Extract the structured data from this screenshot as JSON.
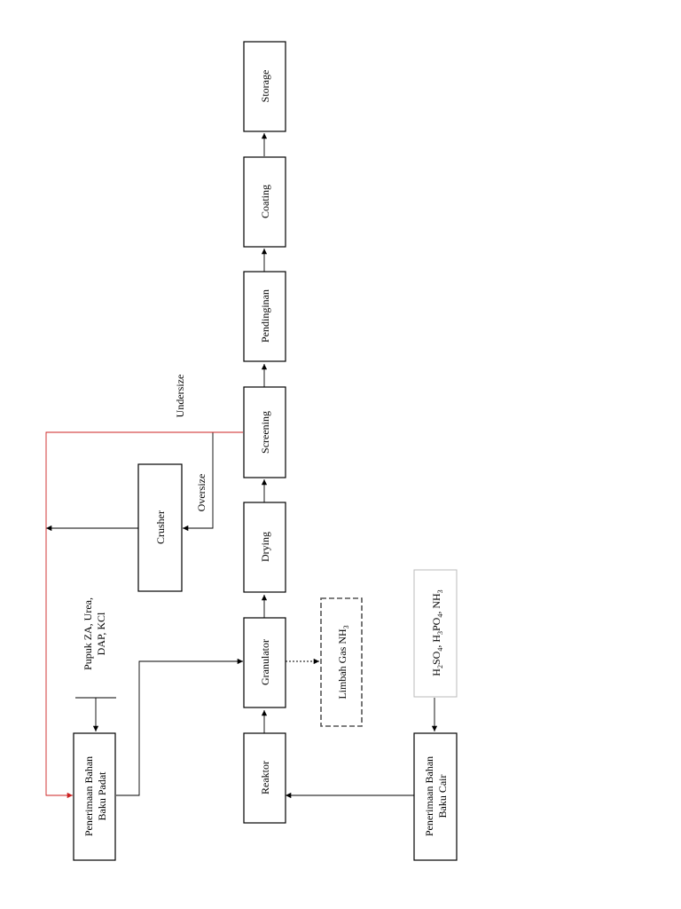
{
  "nodes": {
    "storage": "Storage",
    "coating": "Coating",
    "pendinginan": "Pendinginan",
    "screening": "Screening",
    "drying": "Drying",
    "granulator": "Granulator",
    "reaktor": "Reaktor",
    "crusher": "Crusher",
    "limbah_gas": "Limbah Gas NH",
    "limbah_gas_sub": "3",
    "padat_line1": "Penerimaan Bahan",
    "padat_line2": "Baku Padat",
    "cair_line1": "Penerimaan Bahan",
    "cair_line2": "Baku Cair"
  },
  "labels": {
    "undersize": "Undersize",
    "oversize": "Oversize",
    "solid_feed_line1": "Pupuk ZA, Urea,",
    "solid_feed_line2": "DAP, KCl",
    "liquid_feed": {
      "h": "H",
      "sub1": "2",
      "so": "SO",
      "sub2": "4",
      "comma1": ", H",
      "sub3": "3",
      "po": "PO",
      "sub4": "4",
      "comma2": ", NH",
      "sub5": "3"
    }
  }
}
